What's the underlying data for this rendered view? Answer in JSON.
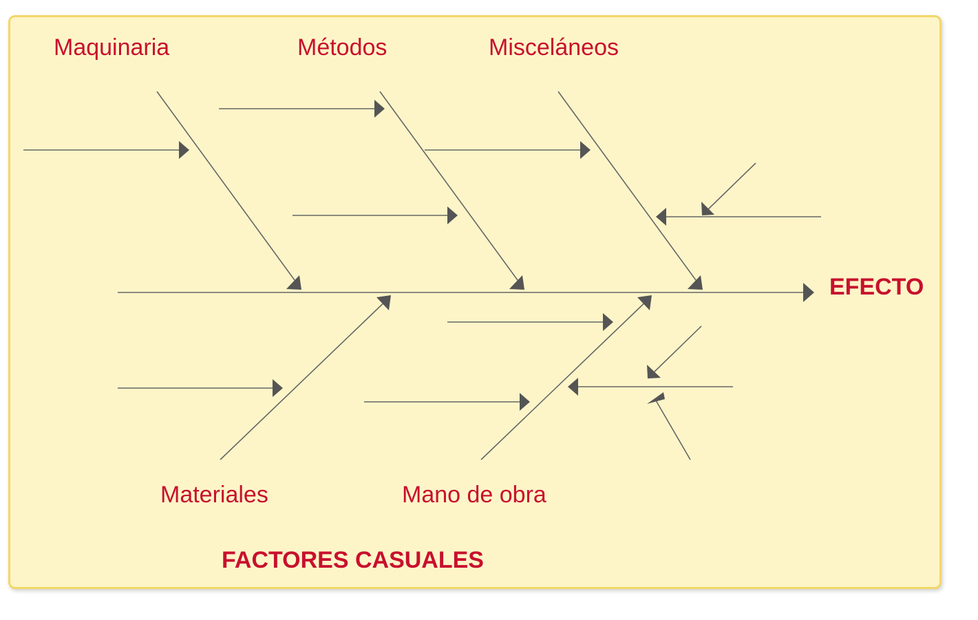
{
  "diagram": {
    "categories": {
      "maquinaria": "Maquinaria",
      "metodos": "Métodos",
      "miscelaneos": "Misceláneos",
      "materiales": "Materiales",
      "mano_de_obra": "Mano de obra"
    },
    "effect_label": "EFECTO",
    "footer_label": "FACTORES CASUALES",
    "colors": {
      "text_accent": "#c8102e",
      "line": "#555555",
      "panel_fill": "#fdf5c8",
      "panel_border": "#f2d768"
    }
  }
}
